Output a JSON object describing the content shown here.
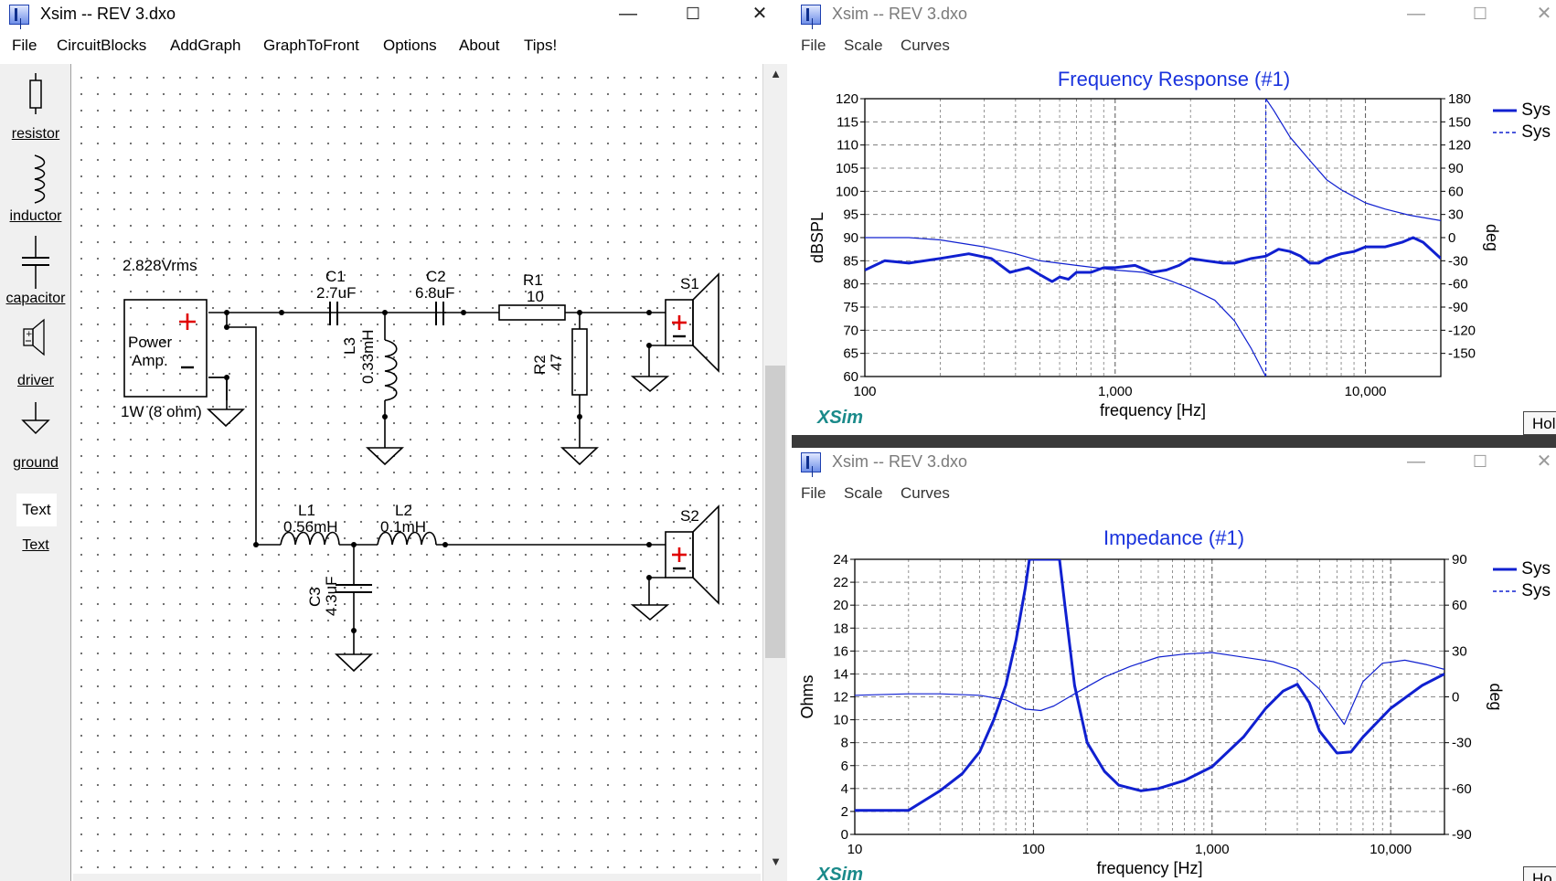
{
  "schematic_window": {
    "title": "Xsim -- REV 3.dxo",
    "controls": {
      "minimize": "—",
      "maximize": "☐",
      "close": "✕"
    },
    "menu": [
      "File",
      "CircuitBlocks",
      "AddGraph",
      "GraphToFront",
      "Options",
      "About",
      "Tips!"
    ],
    "palette": [
      {
        "label": "resistor",
        "icon": "resistor-icon"
      },
      {
        "label": "inductor",
        "icon": "inductor-icon"
      },
      {
        "label": "capacitor",
        "icon": "capacitor-icon"
      },
      {
        "label": "driver",
        "icon": "driver-icon"
      },
      {
        "label": "ground",
        "icon": "ground-icon"
      },
      {
        "label": "Text",
        "icon": "text-icon"
      }
    ],
    "palette_text_box": "Text",
    "circuit": {
      "source_voltage": "2.828Vrms",
      "amp_line1": "Power",
      "amp_line2": "Amp.",
      "source_rating": "1W (8 ohm)",
      "c1_name": "C1",
      "c1_value": "2.7uF",
      "c2_name": "C2",
      "c2_value": "6.8uF",
      "r1_name": "R1",
      "r1_value": "10",
      "l3_name": "L3",
      "l3_value": "0.33mH",
      "r2_name": "R2",
      "r2_value": "47",
      "l1_name": "L1",
      "l1_value": "0.56mH",
      "l2_name": "L2",
      "l2_value": "0.1mH",
      "c3_name": "C3",
      "c3_value": "4.3uF",
      "s1_name": "S1",
      "s2_name": "S2"
    }
  },
  "frequency_window": {
    "title": "Xsim -- REV 3.dxo",
    "menu": [
      "File",
      "Scale",
      "Curves"
    ],
    "brand": "XSim",
    "hold_label": "Hol",
    "legend": [
      "Sys",
      "Sys"
    ]
  },
  "impedance_window": {
    "title": "Xsim -- REV 3.dxo",
    "menu": [
      "File",
      "Scale",
      "Curves"
    ],
    "brand": "XSim",
    "hold_label": "Ho",
    "legend": [
      "Sys",
      "Sys"
    ]
  },
  "colors": {
    "curve": "#1020d0",
    "title": "#1a33dd",
    "brand": "#1a8a8a",
    "wire": "#000000",
    "plus": "#e00000"
  },
  "chart_data": [
    {
      "type": "line",
      "title": "Frequency Response (#1)",
      "xlabel": "frequency [Hz]",
      "ylabel": "dBSPL",
      "y2label": "deg",
      "xscale": "log",
      "xlim": [
        100,
        20000
      ],
      "ylim": [
        60,
        120
      ],
      "y2lim": [
        -180,
        180
      ],
      "xticks": [
        100,
        1000,
        10000
      ],
      "xtick_labels": [
        "100",
        "1,000",
        "10,000"
      ],
      "yticks": [
        60,
        65,
        70,
        75,
        80,
        85,
        90,
        95,
        100,
        105,
        110,
        115,
        120
      ],
      "y2ticks": [
        -150,
        -120,
        -90,
        -60,
        -30,
        0,
        30,
        60,
        90,
        120,
        150,
        180
      ],
      "grid": true,
      "legend_position": "right",
      "series": [
        {
          "axis": "left",
          "style": "thick",
          "x": [
            100,
            120,
            150,
            200,
            260,
            320,
            380,
            450,
            500,
            560,
            600,
            650,
            700,
            800,
            900,
            1000,
            1200,
            1400,
            1600,
            1800,
            2000,
            2300,
            2700,
            3000,
            3500,
            4000,
            4500,
            5000,
            5500,
            6000,
            6500,
            7000,
            8000,
            9000,
            10000,
            12000,
            14000,
            15500,
            17000,
            20000
          ],
          "y": [
            83,
            85,
            84.5,
            85.5,
            86.5,
            85.5,
            82.5,
            83.5,
            82,
            80.5,
            81.5,
            81,
            82.5,
            82.5,
            83.5,
            83.5,
            84,
            82.5,
            83,
            84,
            85.5,
            85,
            84.5,
            84.5,
            85.5,
            86,
            87.5,
            87,
            86,
            84.5,
            84.5,
            85.5,
            86.5,
            87,
            88,
            88,
            89,
            90,
            89,
            85.5
          ]
        },
        {
          "axis": "left",
          "style": "thin",
          "x": [
            100,
            150,
            200,
            300,
            400,
            500,
            700,
            1000,
            1300,
            1600,
            2000,
            2500,
            3000,
            3500,
            4000
          ],
          "y": [
            90,
            90,
            89.5,
            88,
            86.5,
            85,
            84,
            83,
            82.5,
            81,
            79,
            76.5,
            72,
            66,
            60
          ]
        },
        {
          "axis": "right",
          "style": "thin",
          "x": [
            4000,
            4300,
            5000,
            6000,
            7000,
            8000,
            9000,
            10000,
            12000,
            15000,
            20000
          ],
          "y": [
            180,
            165,
            130,
            100,
            75,
            62,
            53,
            45,
            37,
            29,
            22
          ]
        }
      ]
    },
    {
      "type": "line",
      "title": "Impedance (#1)",
      "xlabel": "frequency [Hz]",
      "ylabel": "Ohms",
      "y2label": "deg",
      "xscale": "log",
      "xlim": [
        10,
        20000
      ],
      "ylim": [
        0,
        24
      ],
      "y2lim": [
        -90,
        90
      ],
      "xticks": [
        10,
        100,
        1000,
        10000
      ],
      "xtick_labels": [
        "10",
        "100",
        "1,000",
        "10,000"
      ],
      "yticks": [
        0,
        2,
        4,
        6,
        8,
        10,
        12,
        14,
        16,
        18,
        20,
        22,
        24
      ],
      "y2ticks": [
        -90,
        -60,
        -30,
        0,
        30,
        60,
        90
      ],
      "grid": true,
      "legend_position": "right",
      "series": [
        {
          "axis": "left",
          "style": "thick",
          "x": [
            10,
            20,
            30,
            40,
            50,
            60,
            70,
            80,
            90,
            95,
            140,
            150,
            170,
            200,
            250,
            300,
            400,
            500,
            700,
            1000,
            1500,
            2000,
            2500,
            3000,
            3500,
            4000,
            5000,
            6000,
            7000,
            10000,
            15000,
            20000
          ],
          "y": [
            2.1,
            2.1,
            3.8,
            5.3,
            7.2,
            10,
            13,
            17,
            21.5,
            24,
            24,
            20,
            13,
            8,
            5.5,
            4.3,
            3.8,
            4,
            4.7,
            5.9,
            8.5,
            11,
            12.5,
            13.1,
            11.5,
            9,
            7.1,
            7.2,
            8.5,
            11,
            13,
            14
          ]
        },
        {
          "axis": "right",
          "style": "thin",
          "x": [
            10,
            20,
            30,
            50,
            70,
            90,
            110,
            130,
            170,
            250,
            350,
            500,
            700,
            1000,
            1300,
            1700,
            2200,
            3000,
            4000,
            5500,
            7000,
            9000,
            12000,
            16000,
            20000
          ],
          "y": [
            1,
            2,
            2,
            1,
            -2,
            -8,
            -9,
            -6,
            2,
            13,
            20,
            26,
            28,
            29,
            27,
            25,
            23,
            18,
            5,
            -18,
            10,
            22,
            24,
            21,
            18
          ]
        }
      ]
    }
  ]
}
